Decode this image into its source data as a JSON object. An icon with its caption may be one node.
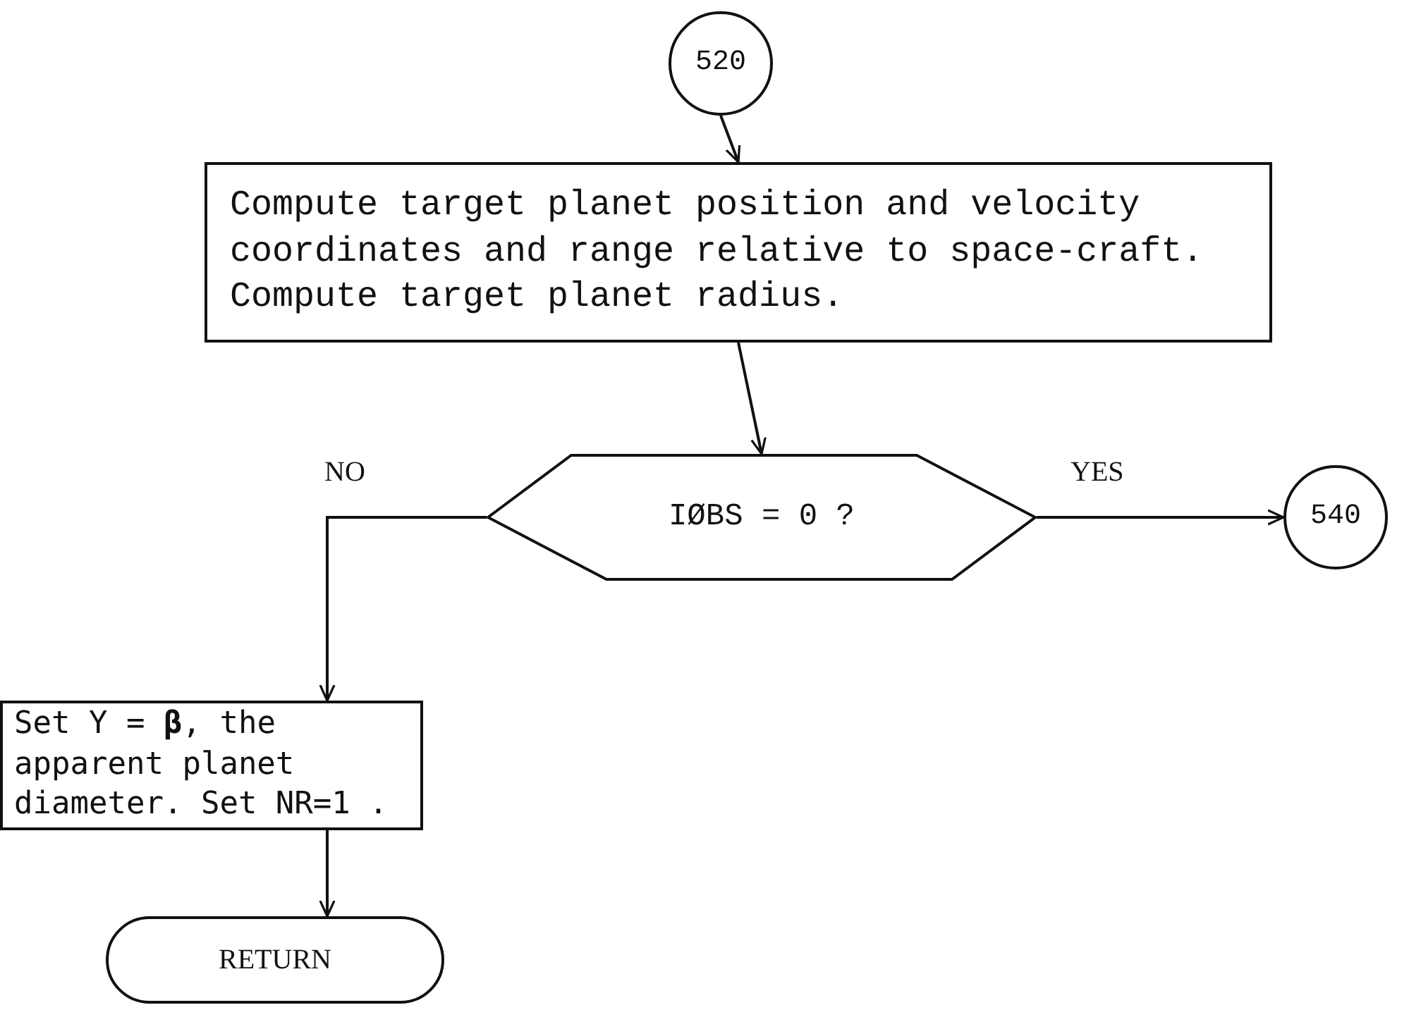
{
  "diagram": {
    "nodes": [
      {
        "text": [
          "520"
        ]
      },
      {
        "text": [
          "Compute target planet position and velocity coordinates and range relative to space-craft. Compute target planet radius."
        ]
      },
      {
        "text": [
          "IØBS = 0 ?"
        ]
      },
      {
        "text": [
          "540"
        ]
      },
      {
        "text": [
          "Set  Y = **β**, the apparent planet diameter. Set NR=1 ."
        ]
      },
      {
        "text": [
          "RETURN"
        ]
      }
    ],
    "edges": [
      {
        "from": 0,
        "to": 1,
        "arrow": "to"
      },
      {
        "from": 1,
        "to": 2,
        "arrow": "to"
      },
      {
        "from": 2,
        "to": 3,
        "arrow": "to",
        "label": "YES"
      },
      {
        "from": 2,
        "to": 4,
        "arrow": "to",
        "label": "NO"
      },
      {
        "from": 4,
        "to": 5,
        "arrow": "to"
      }
    ]
  }
}
